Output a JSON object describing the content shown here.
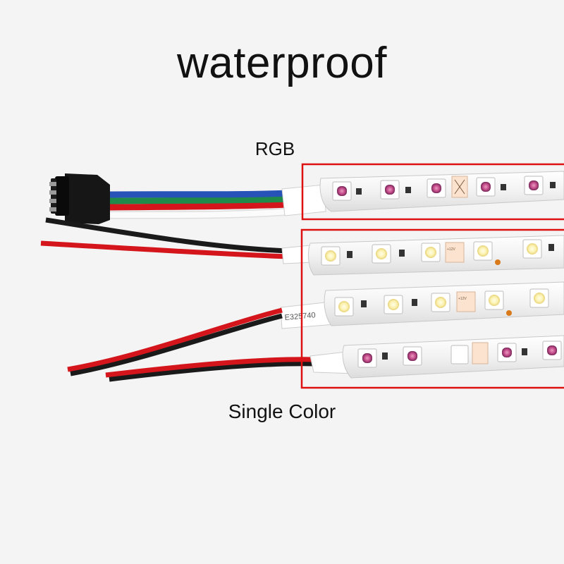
{
  "title": "waterproof",
  "labels": {
    "rgb": "RGB",
    "single_color": "Single Color",
    "strip_print": "E325740",
    "pad_marking": "+12V"
  },
  "colors": {
    "background": "#f4f4f4",
    "highlight_frame": "#dd1111",
    "red_wire": "#d4161c",
    "black_wire": "#1a1a1a",
    "green_wire": "#1f8a4a",
    "blue_wire": "#2753b8",
    "white_wire": "#f7f7f7",
    "led_warm": "#fbf2b0",
    "led_rgb": "#c44a8a"
  },
  "icons": {
    "connector": "rgb-4pin-connector-icon"
  }
}
